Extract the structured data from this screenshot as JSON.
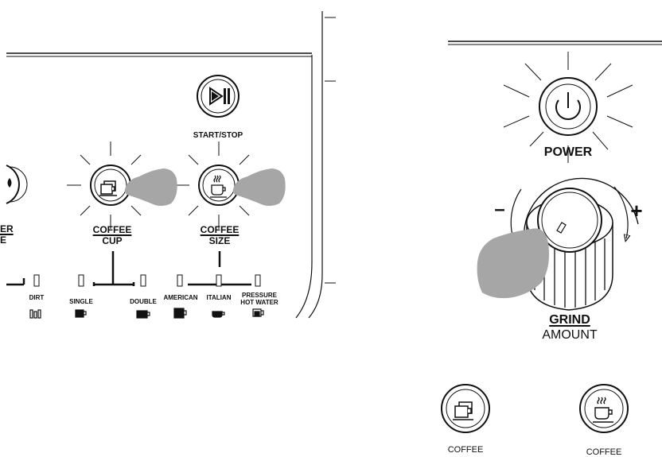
{
  "panel": {
    "start_stop_label": "START/STOP",
    "coffee_cup_label": {
      "line1": "COFFEE",
      "line2": "CUP"
    },
    "coffee_size_label": {
      "line1": "COFFEE",
      "line2": "SIZE"
    },
    "partial_left_label": {
      "line1": "ER",
      "line2": "E"
    },
    "indicators": {
      "dirt": "DIRT",
      "single": "SINGLE",
      "double": "DOUBLE",
      "american": "AMERICAN",
      "italian": "ITALIAN",
      "pressure_hot_water": {
        "line1": "PRESSURE",
        "line2": "HOT WATER"
      }
    }
  },
  "right_panel": {
    "power_label": "POWER",
    "minus_sign": "–",
    "plus_sign": "+",
    "grind_amount_label": {
      "line1": "GRIND",
      "line2": "AMOUNT"
    }
  },
  "legend": {
    "coffee_cup_icon_caption": "COFFEE",
    "coffee_size_icon_caption": "COFFEE"
  },
  "colors": {
    "line": "#111111",
    "hand": "#a6a6a6",
    "background": "#ffffff"
  }
}
